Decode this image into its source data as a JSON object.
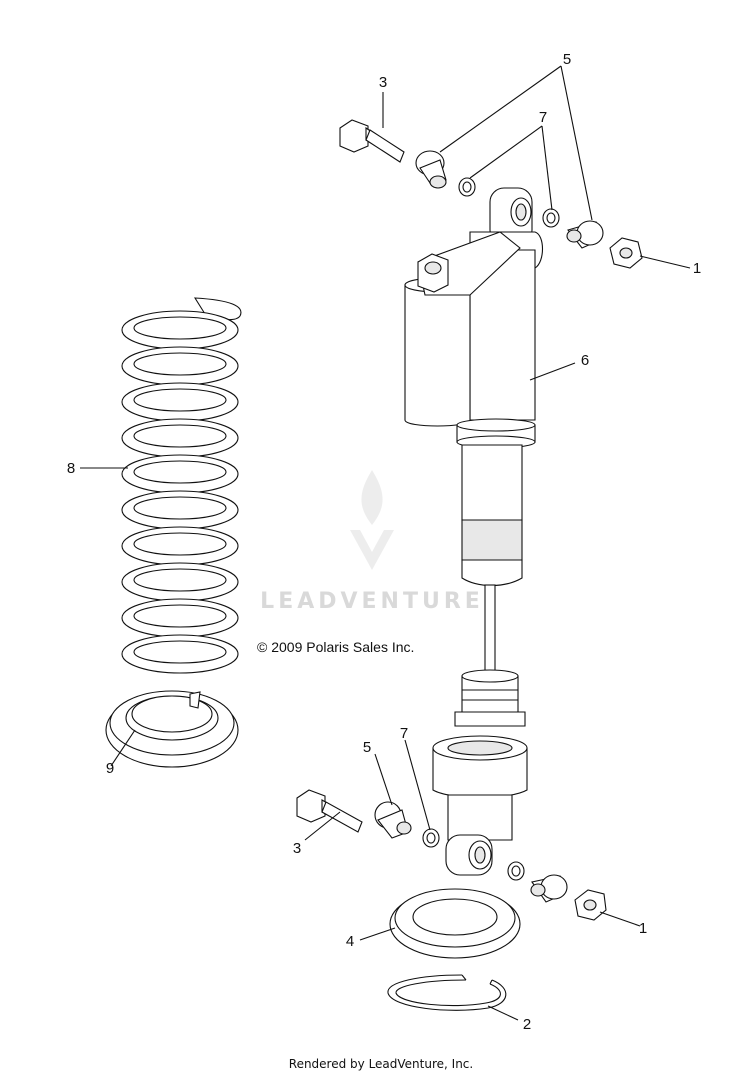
{
  "diagram": {
    "callouts": [
      {
        "id": "c1-top",
        "label": "1"
      },
      {
        "id": "c1-bottom",
        "label": "1"
      },
      {
        "id": "c2",
        "label": "2"
      },
      {
        "id": "c3-top",
        "label": "3"
      },
      {
        "id": "c3-bottom",
        "label": "3"
      },
      {
        "id": "c4",
        "label": "4"
      },
      {
        "id": "c5-top",
        "label": "5"
      },
      {
        "id": "c5-bottom",
        "label": "5"
      },
      {
        "id": "c6",
        "label": "6"
      },
      {
        "id": "c7-top",
        "label": "7"
      },
      {
        "id": "c7-bottom",
        "label": "7"
      },
      {
        "id": "c8",
        "label": "8"
      },
      {
        "id": "c9",
        "label": "9"
      }
    ],
    "copyright": "© 2009 Polaris Sales Inc.",
    "watermark": "LEADVENTURE",
    "footer": "Rendered by LeadVenture, Inc."
  },
  "colors": {
    "line": "#111111",
    "watermark": "#d9d9d9"
  }
}
